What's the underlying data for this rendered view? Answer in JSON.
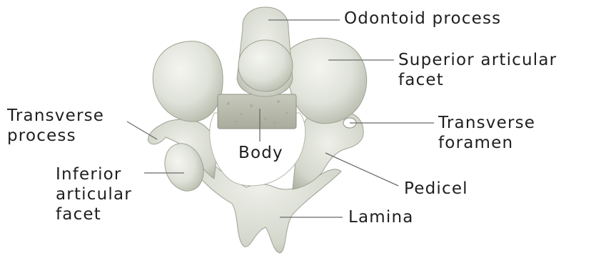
{
  "labels": {
    "odontoid": [
      "Odontoid process"
    ],
    "superior_facet": [
      "Superior articular",
      "facet"
    ],
    "transverse_process": [
      "Transverse",
      "process"
    ],
    "transverse_foramen": [
      "Transverse",
      "foramen"
    ],
    "body": [
      "Body"
    ],
    "inferior_facet": [
      "Inferior",
      "articular",
      "facet"
    ],
    "pedicel": [
      "Pedicel"
    ],
    "lamina": [
      "Lamina"
    ]
  },
  "colors": {
    "bone": "#d6d9cf",
    "bone_light": "#eceee7",
    "bone_shadow": "#a9ad9f",
    "body_texture": "#b7b9aa",
    "leader_line": "#6b6b6b",
    "text": "#1f1f1f"
  }
}
